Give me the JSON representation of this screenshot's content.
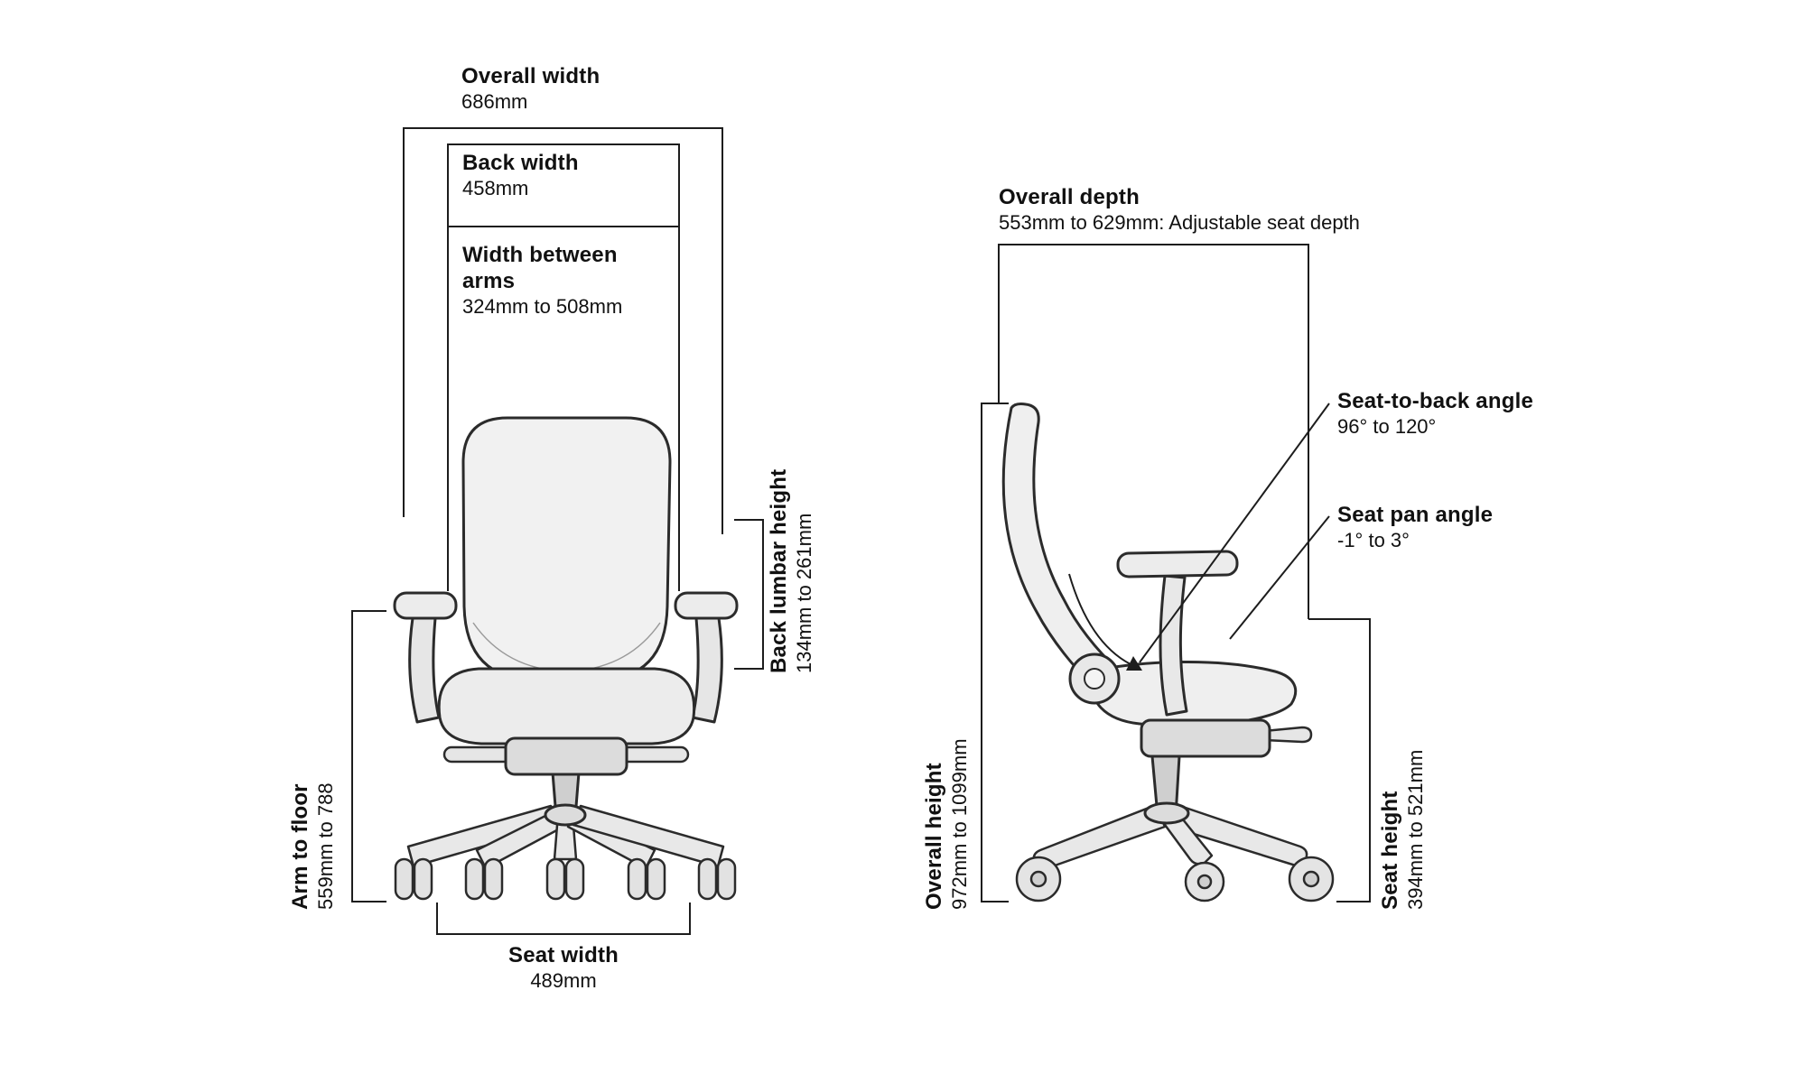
{
  "figure": {
    "type": "chair-dimension-diagram"
  },
  "front_view": {
    "overall_width": {
      "label": "Overall width",
      "value": "686mm"
    },
    "back_width": {
      "label": "Back width",
      "value": "458mm"
    },
    "width_between_arms": {
      "label": "Width between arms",
      "value": "324mm to 508mm"
    },
    "back_lumbar_height": {
      "label": "Back lumbar height",
      "value": "134mm to 261mm"
    },
    "arm_to_floor": {
      "label": "Arm to floor",
      "value": "559mm to 788"
    },
    "seat_width": {
      "label": "Seat width",
      "value": "489mm"
    }
  },
  "side_view": {
    "overall_depth": {
      "label": "Overall depth",
      "value": "553mm to 629mm: Adjustable seat depth"
    },
    "seat_to_back_angle": {
      "label": "Seat-to-back angle",
      "value": "96° to 120°"
    },
    "seat_pan_angle": {
      "label": "Seat pan angle",
      "value": "-1° to 3°"
    },
    "overall_height": {
      "label": "Overall height",
      "value": "972mm to 1099mm"
    },
    "seat_height": {
      "label": "Seat height",
      "value": "394mm to 521mm"
    }
  },
  "colors": {
    "line": "#1d1d1d",
    "chair_stroke": "#2b2b2b",
    "chair_fill": "#efefef"
  }
}
